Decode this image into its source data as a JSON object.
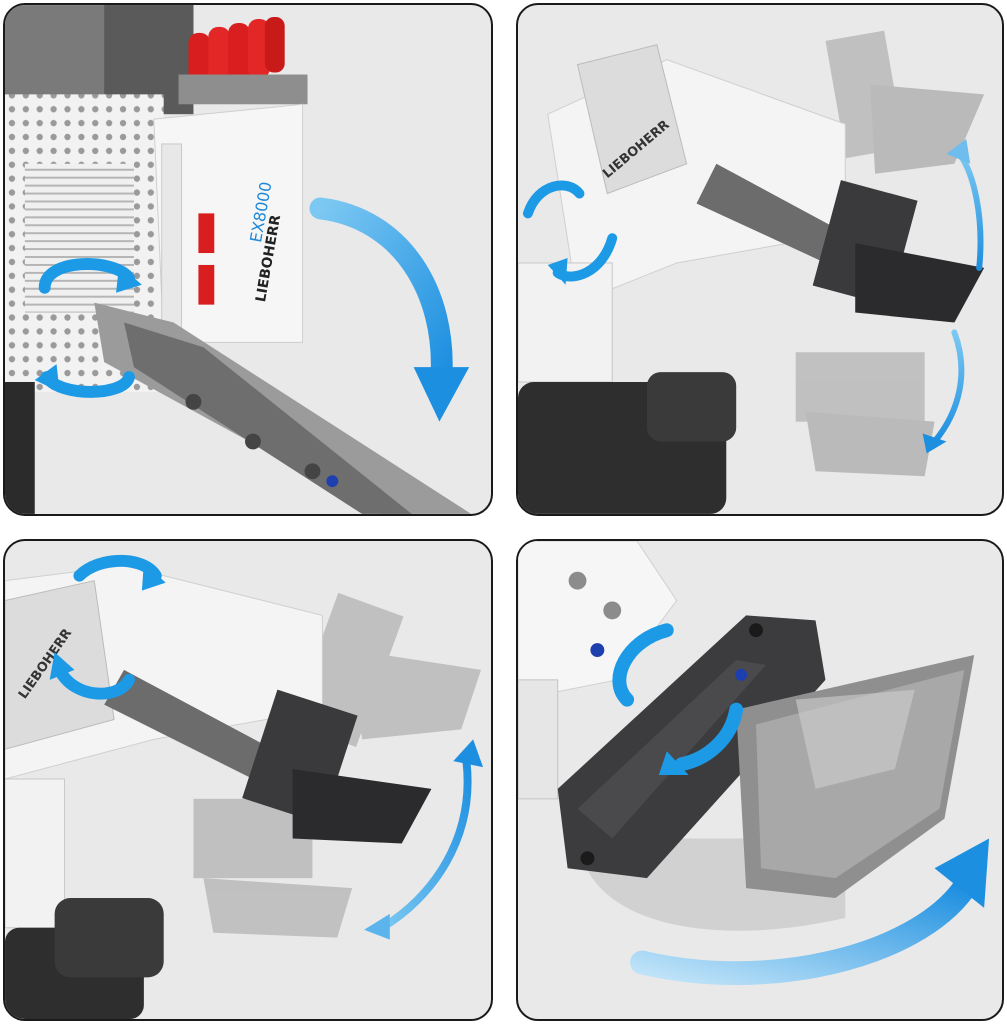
{
  "model_text": {
    "model_code": "EX8000",
    "brand": "LIEBOHERR"
  },
  "colors": {
    "panel_bg": "#e9e9e9",
    "panel_border": "#1a1a1a",
    "arrow_blue": "#1d9ae6",
    "frame_white": "#f4f4f4",
    "frame_grey": "#8c8c8c",
    "dark_part": "#3a3a3c",
    "red_part": "#d81e1e"
  },
  "panels": [
    {
      "name": "counterweight-rotation",
      "icons": [
        "rotate-arrow-icon",
        "rotate-arrow-icon",
        "curved-down-arrow-icon"
      ]
    },
    {
      "name": "bucket-tilt",
      "icons": [
        "rotate-arrow-icon",
        "curved-up-arrow-icon",
        "curved-down-arrow-icon"
      ]
    },
    {
      "name": "stick-swing",
      "icons": [
        "rotate-arrow-icon",
        "rotate-arrow-icon",
        "double-arrow-icon"
      ]
    },
    {
      "name": "bucket-dump",
      "icons": [
        "rotate-arrow-icon",
        "curved-right-arrow-icon"
      ]
    }
  ]
}
